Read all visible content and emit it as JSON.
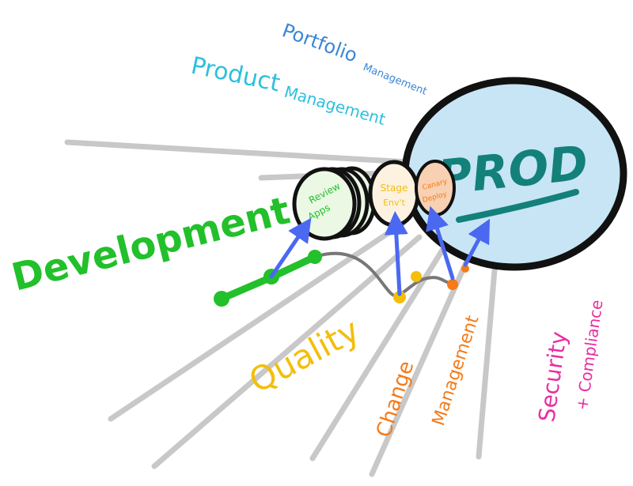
{
  "labels": {
    "portfolio_line1": "Portfolio",
    "portfolio_line2": "Management",
    "product_line1": "Product",
    "product_line2": "Management",
    "development": "Development",
    "quality": "Quality",
    "change_line1": "Change",
    "change_line2": "Management",
    "security_line1": "Security",
    "security_line2": "+ Compliance",
    "prod": "PROD",
    "review_line1": "Review",
    "review_line2": "Apps",
    "stage_line1": "Stage",
    "stage_line2": "Env't",
    "canary_line1": "Canary",
    "canary_line2": "Deploy"
  },
  "colors": {
    "ray": "#c8c8c8",
    "development": "#22c02a",
    "quality": "#f3be0c",
    "change": "#f57a18",
    "security": "#ea2ea0",
    "product": "#2ec0dc",
    "portfolio": "#3a86d6",
    "prod_fill": "#c7e5f5",
    "prod_text": "#14807a",
    "review_fill": "#eaf8e4",
    "stage_fill": "#fdf2e0",
    "canary_fill": "#f8d0b2",
    "arrow": "#4a68f0",
    "outline": "#111111",
    "wire": "#777777"
  },
  "icons": [
    "arrow-up-icon"
  ]
}
